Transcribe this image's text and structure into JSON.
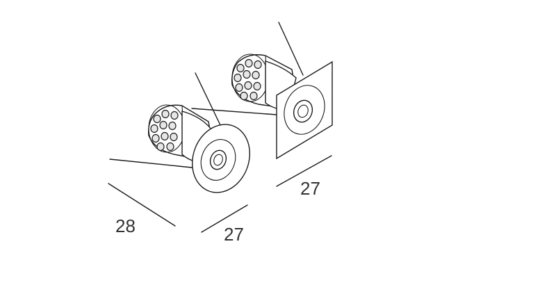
{
  "dimensions": {
    "round_depth": "28",
    "round_width": "27",
    "square_width": "27"
  },
  "colors": {
    "line": "#1a1a1a",
    "shade": "#e6e6e6",
    "text": "#333333",
    "background": "#ffffff"
  }
}
